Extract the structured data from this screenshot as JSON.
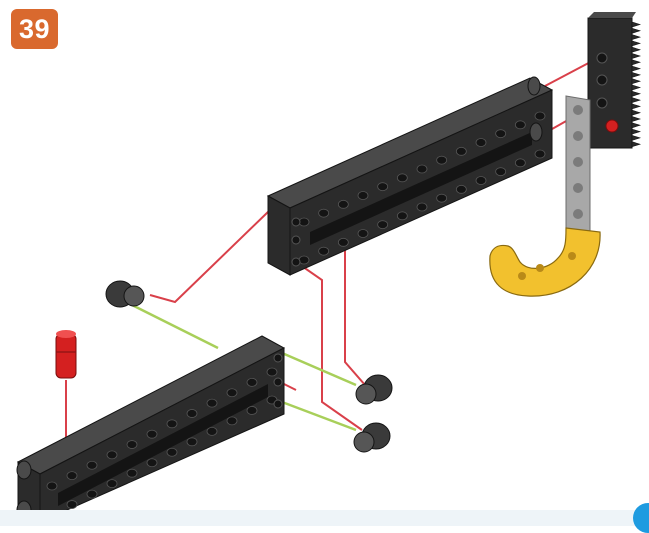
{
  "step": {
    "number": "39"
  },
  "colors": {
    "badge": "#d9692e",
    "beam": "#2b2b2b",
    "beam_light": "#4a4a4a",
    "beam_edge": "#141414",
    "peg_red": "#d42020",
    "connector_gray": "#3a3a3a",
    "gray_piece": "#a8a8a8",
    "hook_yellow": "#f2c12e",
    "guide_red": "#d9404a",
    "guide_green": "#a8cf5a",
    "corner_tab": "#1e9be0"
  },
  "parts": {
    "top_beam": "beam-15-hole-upper",
    "bottom_beam": "beam-15-hole-lower",
    "gear_rack": "gear-rack",
    "hook": "yellow-curved-hook",
    "red_peg": "red-axle-peg",
    "connectors": "black-round-connectors"
  }
}
